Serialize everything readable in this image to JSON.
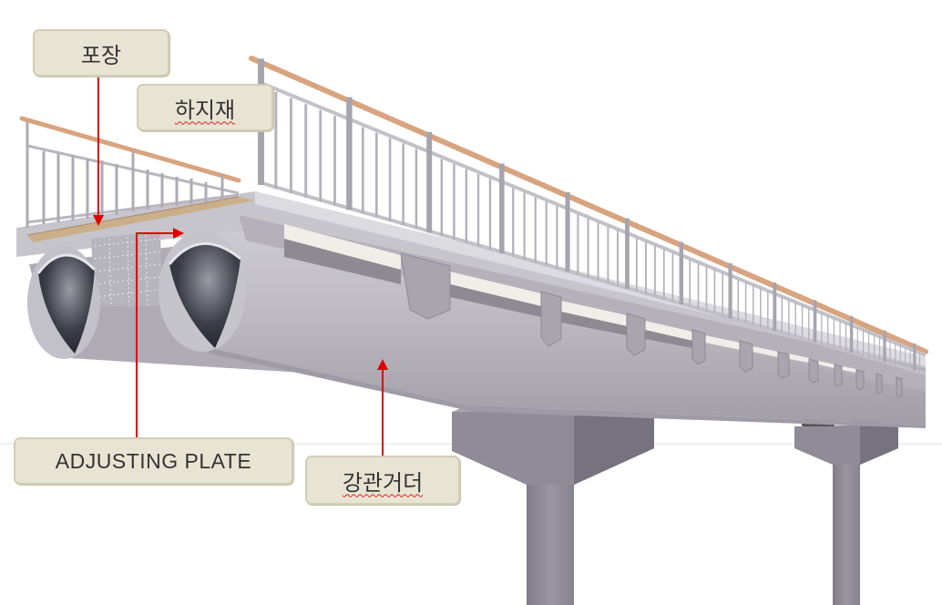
{
  "labels": {
    "pavement": "포장",
    "substructure": "하지재",
    "adjusting_plate": "ADJUSTING PLATE",
    "steel_pipe_girder": "강관거더"
  },
  "colors": {
    "steel": "#b9b6bf",
    "steel_dark": "#8f8c96",
    "steel_light": "#d6d4da",
    "pier": "#8c8994",
    "handrail": "#d7a47f",
    "deck_wood": "#c9ab86",
    "arrow": "#e00000",
    "label_bg": "#e8e4d4"
  },
  "icons": {
    "pointer": "red-arrow"
  }
}
